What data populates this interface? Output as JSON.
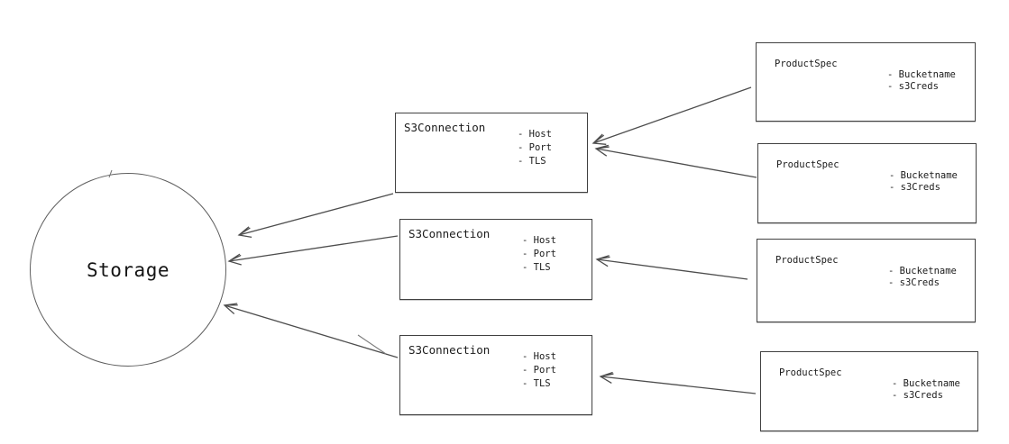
{
  "diagram": {
    "storage": {
      "label": "Storage"
    },
    "s3_connections": [
      {
        "title": "S3Connection",
        "attributes": [
          "- Host",
          "- Port",
          "- TLS"
        ]
      },
      {
        "title": "S3Connection",
        "attributes": [
          "- Host",
          "- Port",
          "- TLS"
        ]
      },
      {
        "title": "S3Connection",
        "attributes": [
          "- Host",
          "- Port",
          "- TLS"
        ]
      }
    ],
    "product_specs": [
      {
        "title": "ProductSpec",
        "attributes": [
          "- Bucketname",
          "- s3Creds"
        ]
      },
      {
        "title": "ProductSpec",
        "attributes": [
          "- Bucketname",
          "- s3Creds"
        ]
      },
      {
        "title": "ProductSpec",
        "attributes": [
          "- Bucketname",
          "- s3Creds"
        ]
      },
      {
        "title": "ProductSpec",
        "attributes": [
          "- Bucketname",
          "- s3Creds"
        ]
      }
    ],
    "edges": [
      {
        "from": "product-spec-1",
        "to": "s3-connection-1"
      },
      {
        "from": "product-spec-2",
        "to": "s3-connection-1"
      },
      {
        "from": "product-spec-3",
        "to": "s3-connection-2"
      },
      {
        "from": "product-spec-4",
        "to": "s3-connection-3"
      },
      {
        "from": "s3-connection-1",
        "to": "storage"
      },
      {
        "from": "s3-connection-2",
        "to": "storage"
      },
      {
        "from": "s3-connection-3",
        "to": "storage"
      }
    ],
    "colors": {
      "stroke": "#4d4d4d",
      "box_border": "#414141",
      "text": "#1b1b1b",
      "background": "#ffffff"
    }
  }
}
